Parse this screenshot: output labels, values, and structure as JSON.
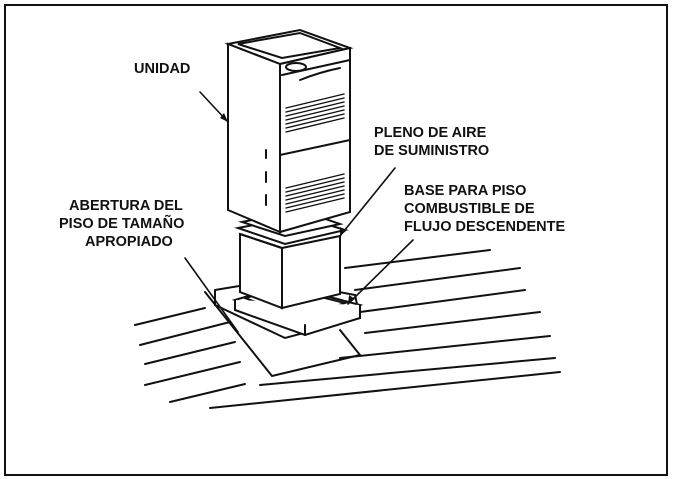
{
  "figure": {
    "labels": {
      "unit": "UNIDAD",
      "supply_plenum": [
        "PLENO DE AIRE",
        "DE SUMINISTRO"
      ],
      "floor_opening": [
        "ABERTURA DEL",
        "PISO DE TAMAÑO",
        "APROPIADO"
      ],
      "floor_base": [
        "BASE PARA PISO",
        "COMBUSTIBLE DE",
        "FLUJO DESCENDENTE"
      ]
    }
  }
}
